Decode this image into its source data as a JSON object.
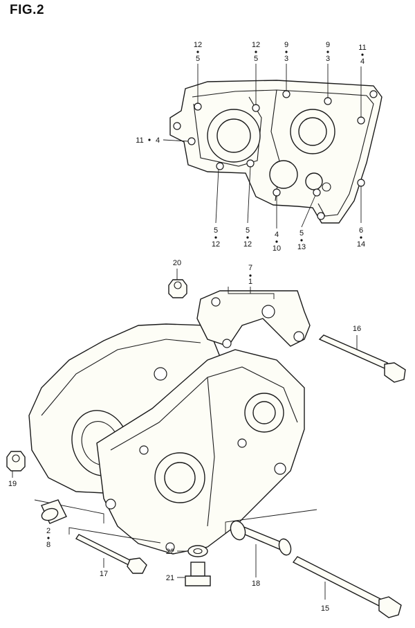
{
  "figure_label": "FIG.2",
  "top_callouts": [
    {
      "upper": "12",
      "lower": "5"
    },
    {
      "upper": "12",
      "lower": "5"
    },
    {
      "upper": "9",
      "lower": "3"
    },
    {
      "upper": "9",
      "lower": "3"
    },
    {
      "upper": "11",
      "lower": "4"
    }
  ],
  "side_callout": {
    "left": "11",
    "right": "4"
  },
  "bottom_row_callouts": [
    {
      "upper": "5",
      "lower": "12"
    },
    {
      "upper": "5",
      "lower": "12"
    },
    {
      "upper": "4",
      "lower": "10"
    },
    {
      "upper": "5",
      "lower": "13"
    },
    {
      "upper": "6",
      "lower": "14"
    }
  ],
  "callout_7_1": {
    "upper": "7",
    "lower": "1"
  },
  "callout_2_8": {
    "upper": "2",
    "lower": "8"
  },
  "part_labels": {
    "p20": "20",
    "p16": "16",
    "p19": "19",
    "p17": "17",
    "p22": "22",
    "p21": "21",
    "p18": "18",
    "p15": "15"
  }
}
